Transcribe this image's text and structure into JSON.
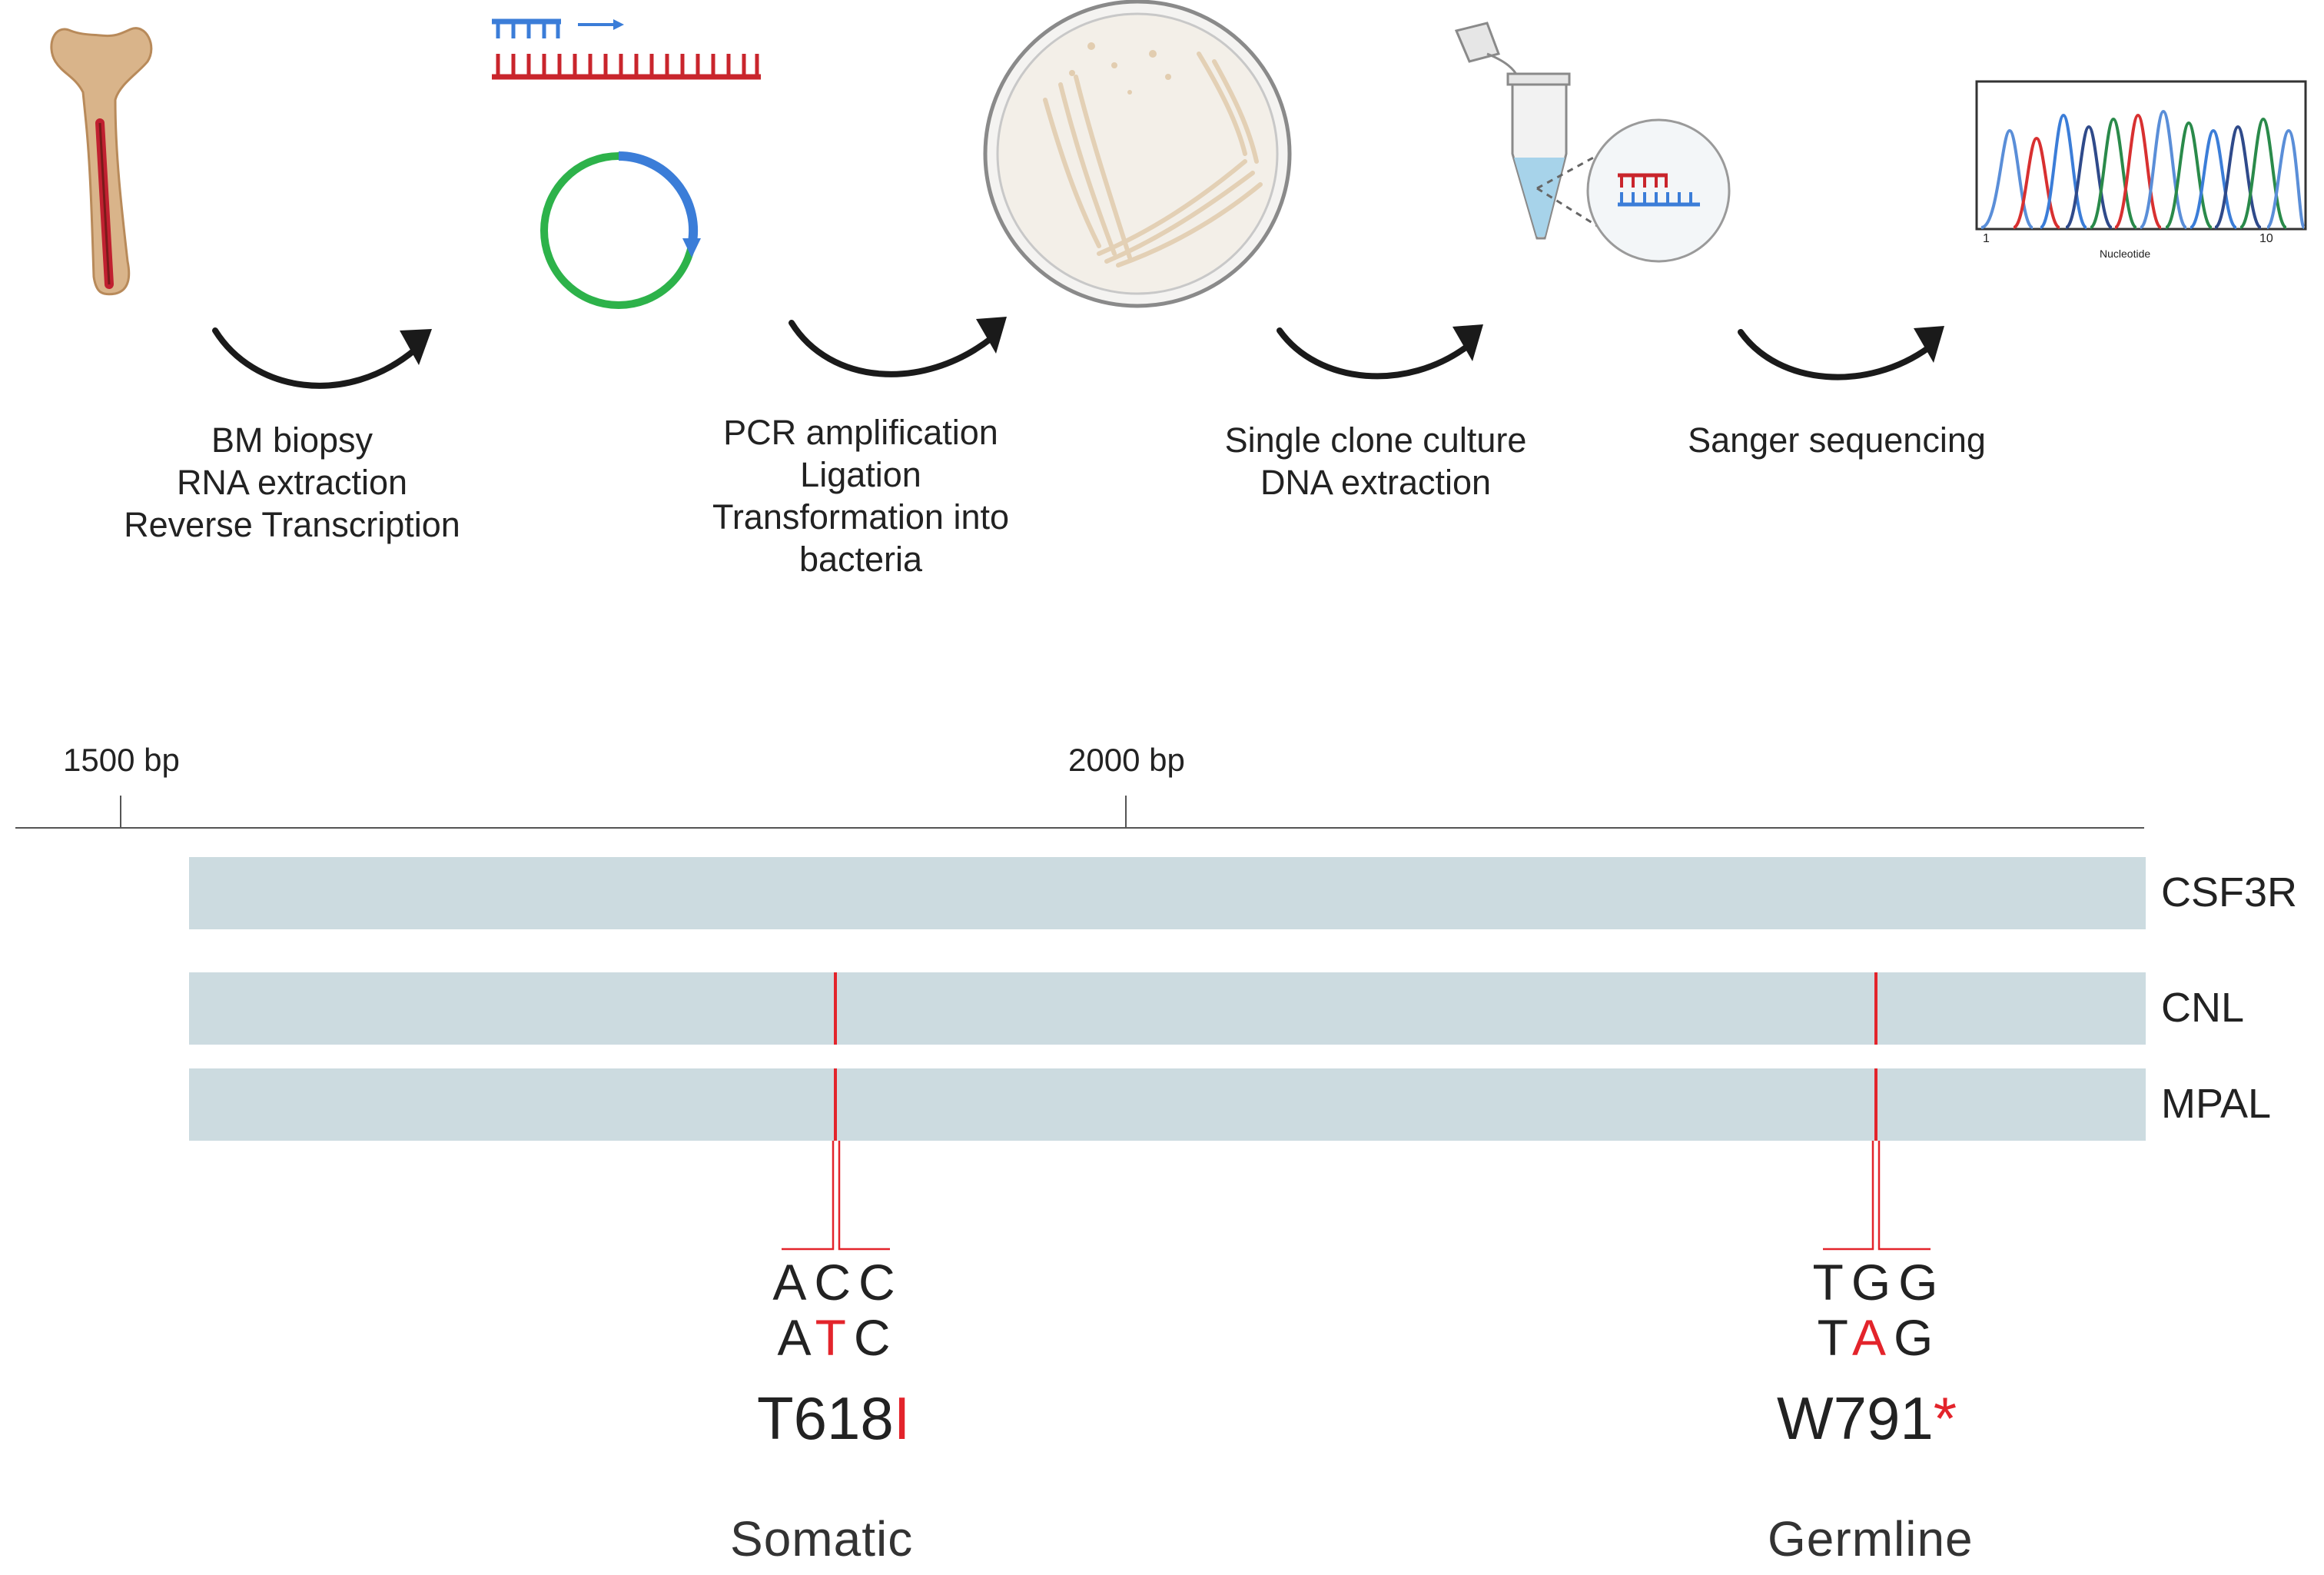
{
  "workflow": {
    "steps": [
      {
        "lines": [
          "BM biopsy",
          "RNA extraction",
          "Reverse Transcription"
        ]
      },
      {
        "lines": [
          "PCR amplification",
          "Ligation",
          "Transformation into",
          "bacteria"
        ]
      },
      {
        "lines": [
          "Single clone culture",
          "DNA extraction"
        ]
      },
      {
        "lines": [
          "Sanger sequencing"
        ]
      }
    ],
    "chromatogram": {
      "x_start": "1",
      "x_end": "10",
      "xlabel": "Nucleotide"
    }
  },
  "scale": {
    "tick_labels": [
      "1500 bp",
      "2000 bp"
    ]
  },
  "tracks": [
    {
      "label": "CSF3R"
    },
    {
      "label": "CNL"
    },
    {
      "label": "MPAL"
    }
  ],
  "variants": [
    {
      "ref_codon": [
        "A",
        "C",
        "C"
      ],
      "alt_codon": [
        "A",
        "T",
        "C"
      ],
      "mutated_index": 1,
      "protein_ref": "T618",
      "protein_alt": "I",
      "origin": "Somatic"
    },
    {
      "ref_codon": [
        "T",
        "G",
        "G"
      ],
      "alt_codon": [
        "T",
        "A",
        "G"
      ],
      "mutated_index": 1,
      "protein_ref": "W791",
      "protein_alt": "*",
      "origin": "Germline"
    }
  ],
  "colors": {
    "track": "#ccdbe0",
    "mutation": "#e3242b",
    "arrow": "#1a1a1a",
    "plasmid_green": "#2db24a",
    "plasmid_blue": "#3b7dd8",
    "primer_blue": "#3b7dd8",
    "template_red": "#c9252c"
  }
}
